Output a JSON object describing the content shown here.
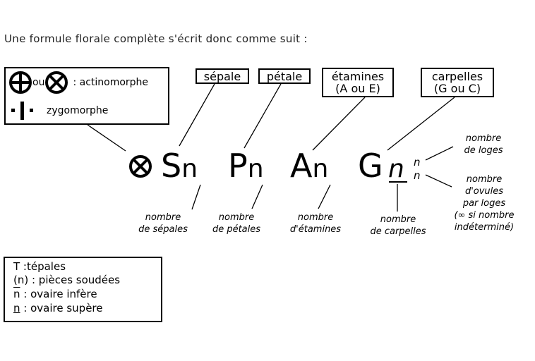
{
  "heading": "Une formule florale complète s'écrit donc comme suit :",
  "symbols": {
    "ou": "ou",
    "actinomorphe": ": actinomorphe",
    "zygomorphe": "zygomorphe"
  },
  "labels": {
    "sepale": "sépale",
    "petale": "pétale",
    "etamines_line1": "étamines",
    "etamines_line2": "(A ou E)",
    "carpelles_line1": "carpelles",
    "carpelles_line2": "(G ou C)"
  },
  "formula": {
    "S": "S",
    "P": "P",
    "A": "A",
    "G": "G",
    "n": "n",
    "sup": "n",
    "sub": "n"
  },
  "notes": {
    "sepales_1": "nombre",
    "sepales_2": "de sépales",
    "petales_1": "nombre",
    "petales_2": "de pétales",
    "etamines_1": "nombre",
    "etamines_2": "d'étamines",
    "carpelles_1": "nombre",
    "carpelles_2": "de carpelles",
    "loges_1": "nombre",
    "loges_2": "de loges",
    "ovules_1": "nombre",
    "ovules_2": "d'ovules",
    "ovules_3": "par loges",
    "ovules_4": "(∞ si nombre",
    "ovules_5": "indéterminé)"
  },
  "legend": {
    "line1": "T :tépales",
    "line2": "(n) : pièces soudées",
    "line3_sym": "n",
    "line3_text": " : ovaire infère",
    "line4_sym": "n",
    "line4_text": " : ovaire supère"
  }
}
